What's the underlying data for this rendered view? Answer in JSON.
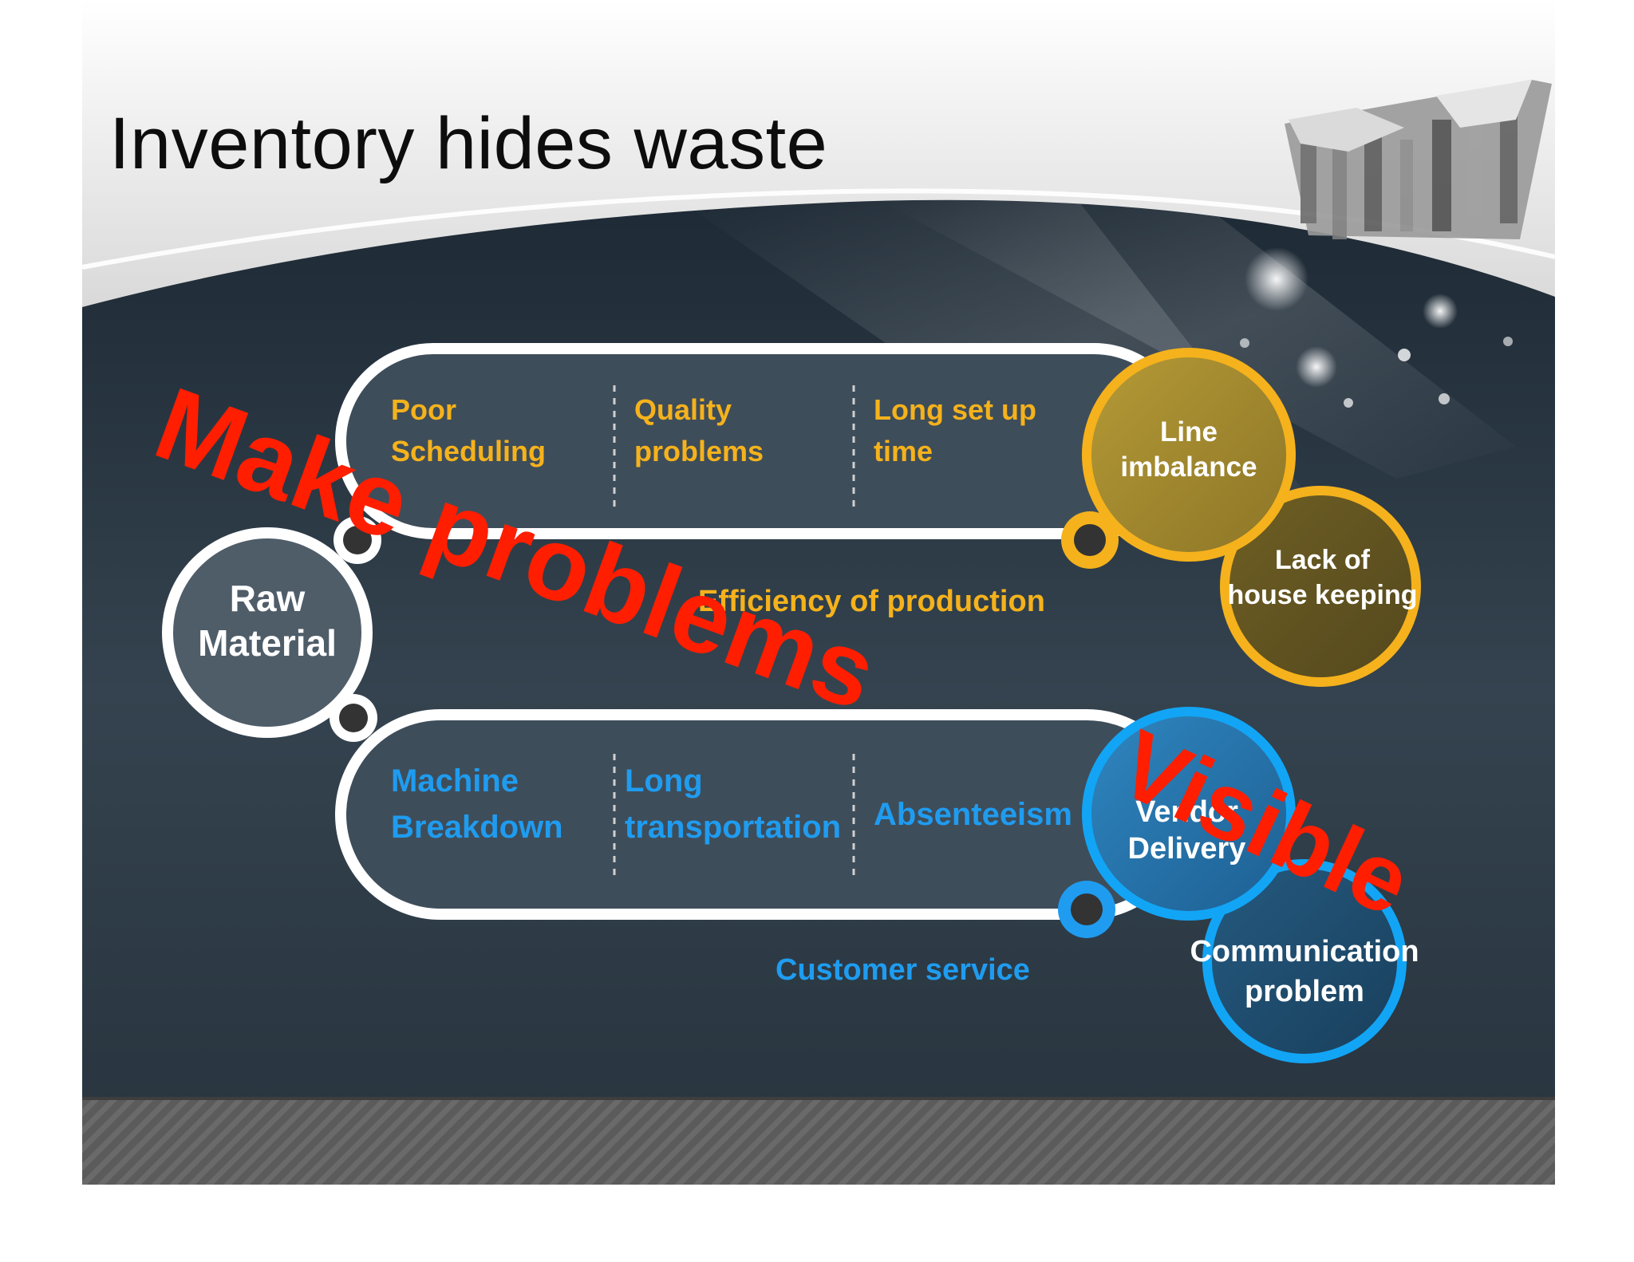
{
  "title": "Inventory hides waste",
  "raw_material": {
    "line1": "Raw",
    "line2": "Material"
  },
  "top_row": {
    "items": [
      {
        "line1": "Poor",
        "line2": "Scheduling"
      },
      {
        "line1": "Quality",
        "line2": "problems"
      },
      {
        "line1": "Long set up",
        "line2": "time"
      }
    ],
    "circle_1": {
      "line1": "Line",
      "line2": "imbalance"
    },
    "circle_2": {
      "line1": "Lack of",
      "line2": "house keeping"
    },
    "caption": "Efficiency of production"
  },
  "bottom_row": {
    "items": [
      {
        "line1": "Machine",
        "line2": "Breakdown"
      },
      {
        "line1": "Long",
        "line2": "transportation"
      },
      {
        "line1": "Absenteeism",
        "line2": ""
      }
    ],
    "circle_1": {
      "line1": "Vendor",
      "line2": "Delivery"
    },
    "circle_2": {
      "line1": "Communication",
      "line2": "problem"
    },
    "caption": "Customer service"
  },
  "overlay": {
    "part1": "Make problems",
    "part2": "Visible"
  },
  "colors": {
    "gold": "#f5b21c",
    "blue": "#1f9cf0",
    "overlay_red": "#ff1e00",
    "panel": "#2c3a47"
  }
}
